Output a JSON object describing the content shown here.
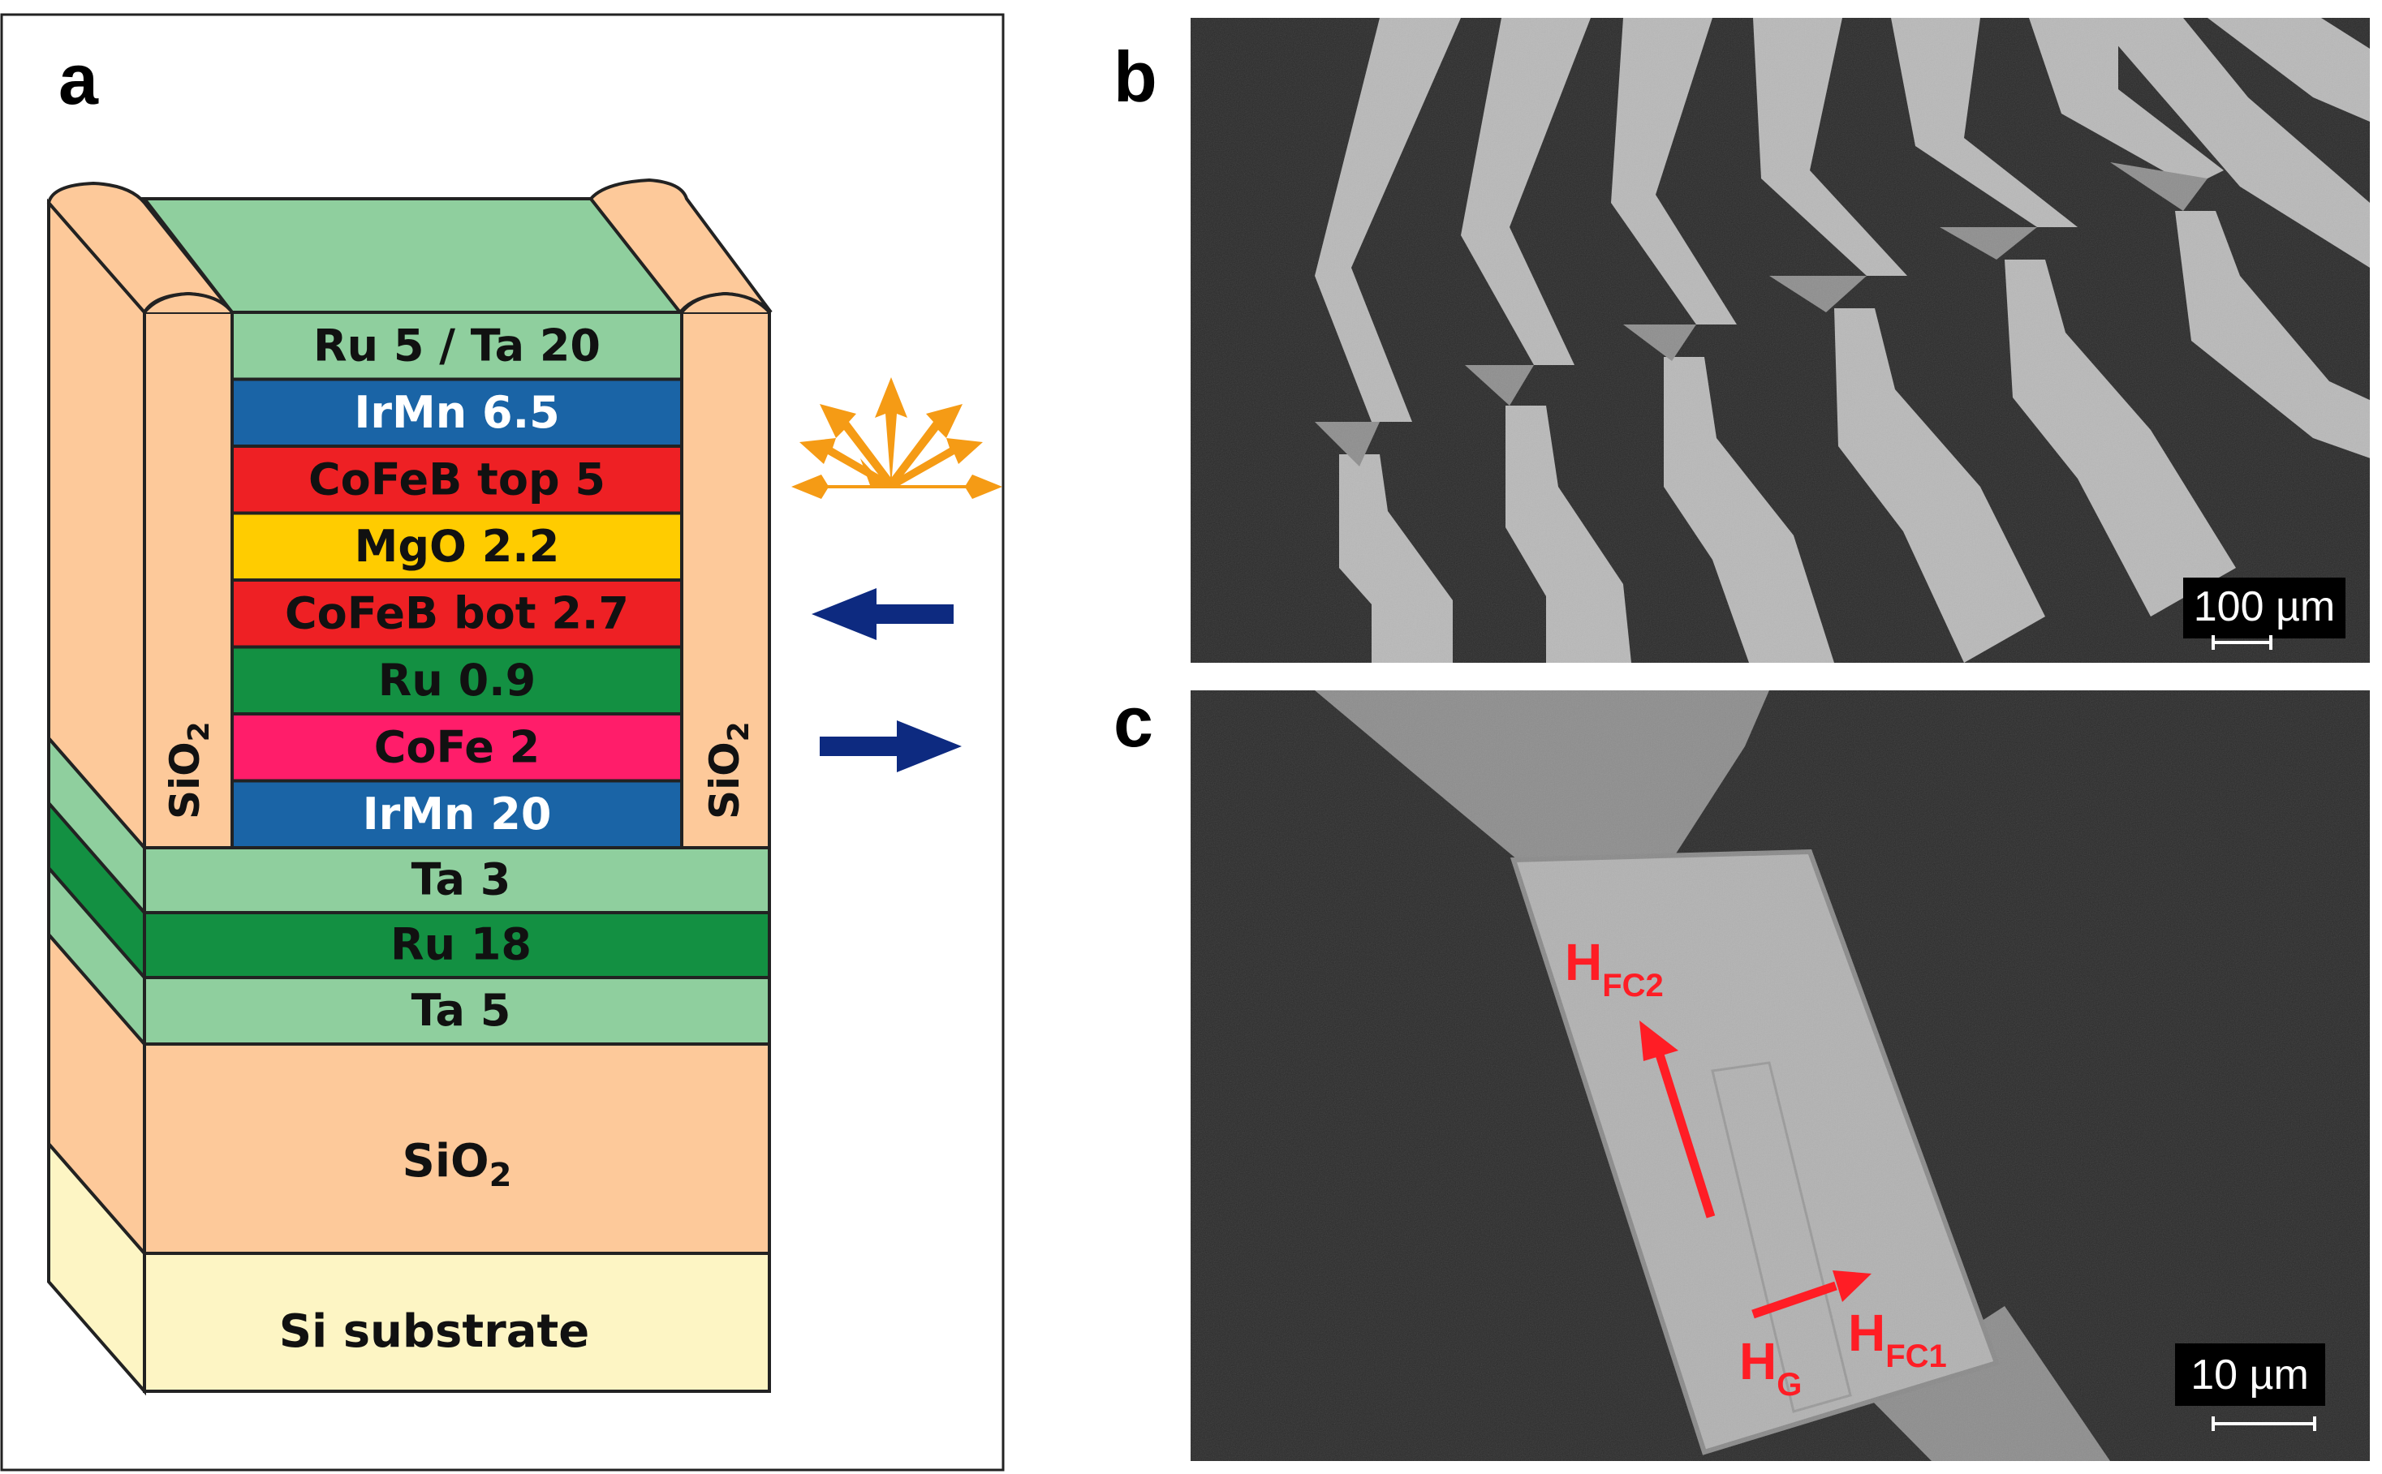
{
  "panels": {
    "a": {
      "letter": "a",
      "layers": [
        {
          "label": "Ru 5 / Ta 20",
          "color": "#8fcf9e"
        },
        {
          "label": "IrMn 6.5",
          "color": "#1a64a6"
        },
        {
          "label": "CoFeB top 5",
          "color": "#ee2024"
        },
        {
          "label": "MgO 2.2",
          "color": "#ffcc00"
        },
        {
          "label": "CoFeB bot 2.7",
          "color": "#ee2024"
        },
        {
          "label": "Ru 0.9",
          "color": "#139042"
        },
        {
          "label": "CoFe 2",
          "color": "#ff1d6a"
        },
        {
          "label": "IrMn 20",
          "color": "#1a64a6"
        }
      ],
      "base_layers": [
        {
          "label": "Ta 3",
          "color": "#8fcf9e"
        },
        {
          "label": "Ru 18",
          "color": "#139042"
        },
        {
          "label": "Ta 5",
          "color": "#8fcf9e"
        }
      ],
      "sio2_main": "SiO",
      "sio2_sub": "2",
      "sidewall_main": "SiO",
      "sidewall_sub": "2",
      "substrate": "Si substrate",
      "colors": {
        "sio2": "#fdc99a",
        "substrate": "#fdf5c4",
        "arrow_orange": "#f59b15",
        "arrow_blue": "#0d2a80"
      }
    },
    "b": {
      "letter": "b",
      "scale_bar": "100 µm"
    },
    "c": {
      "letter": "c",
      "scale_bar": "10 µm",
      "labels": {
        "hfc2_main": "H",
        "hfc2_sub": "FC2",
        "hg_main": "H",
        "hg_sub": "G",
        "hfc1_main": "H",
        "hfc1_sub": "FC1"
      }
    }
  }
}
